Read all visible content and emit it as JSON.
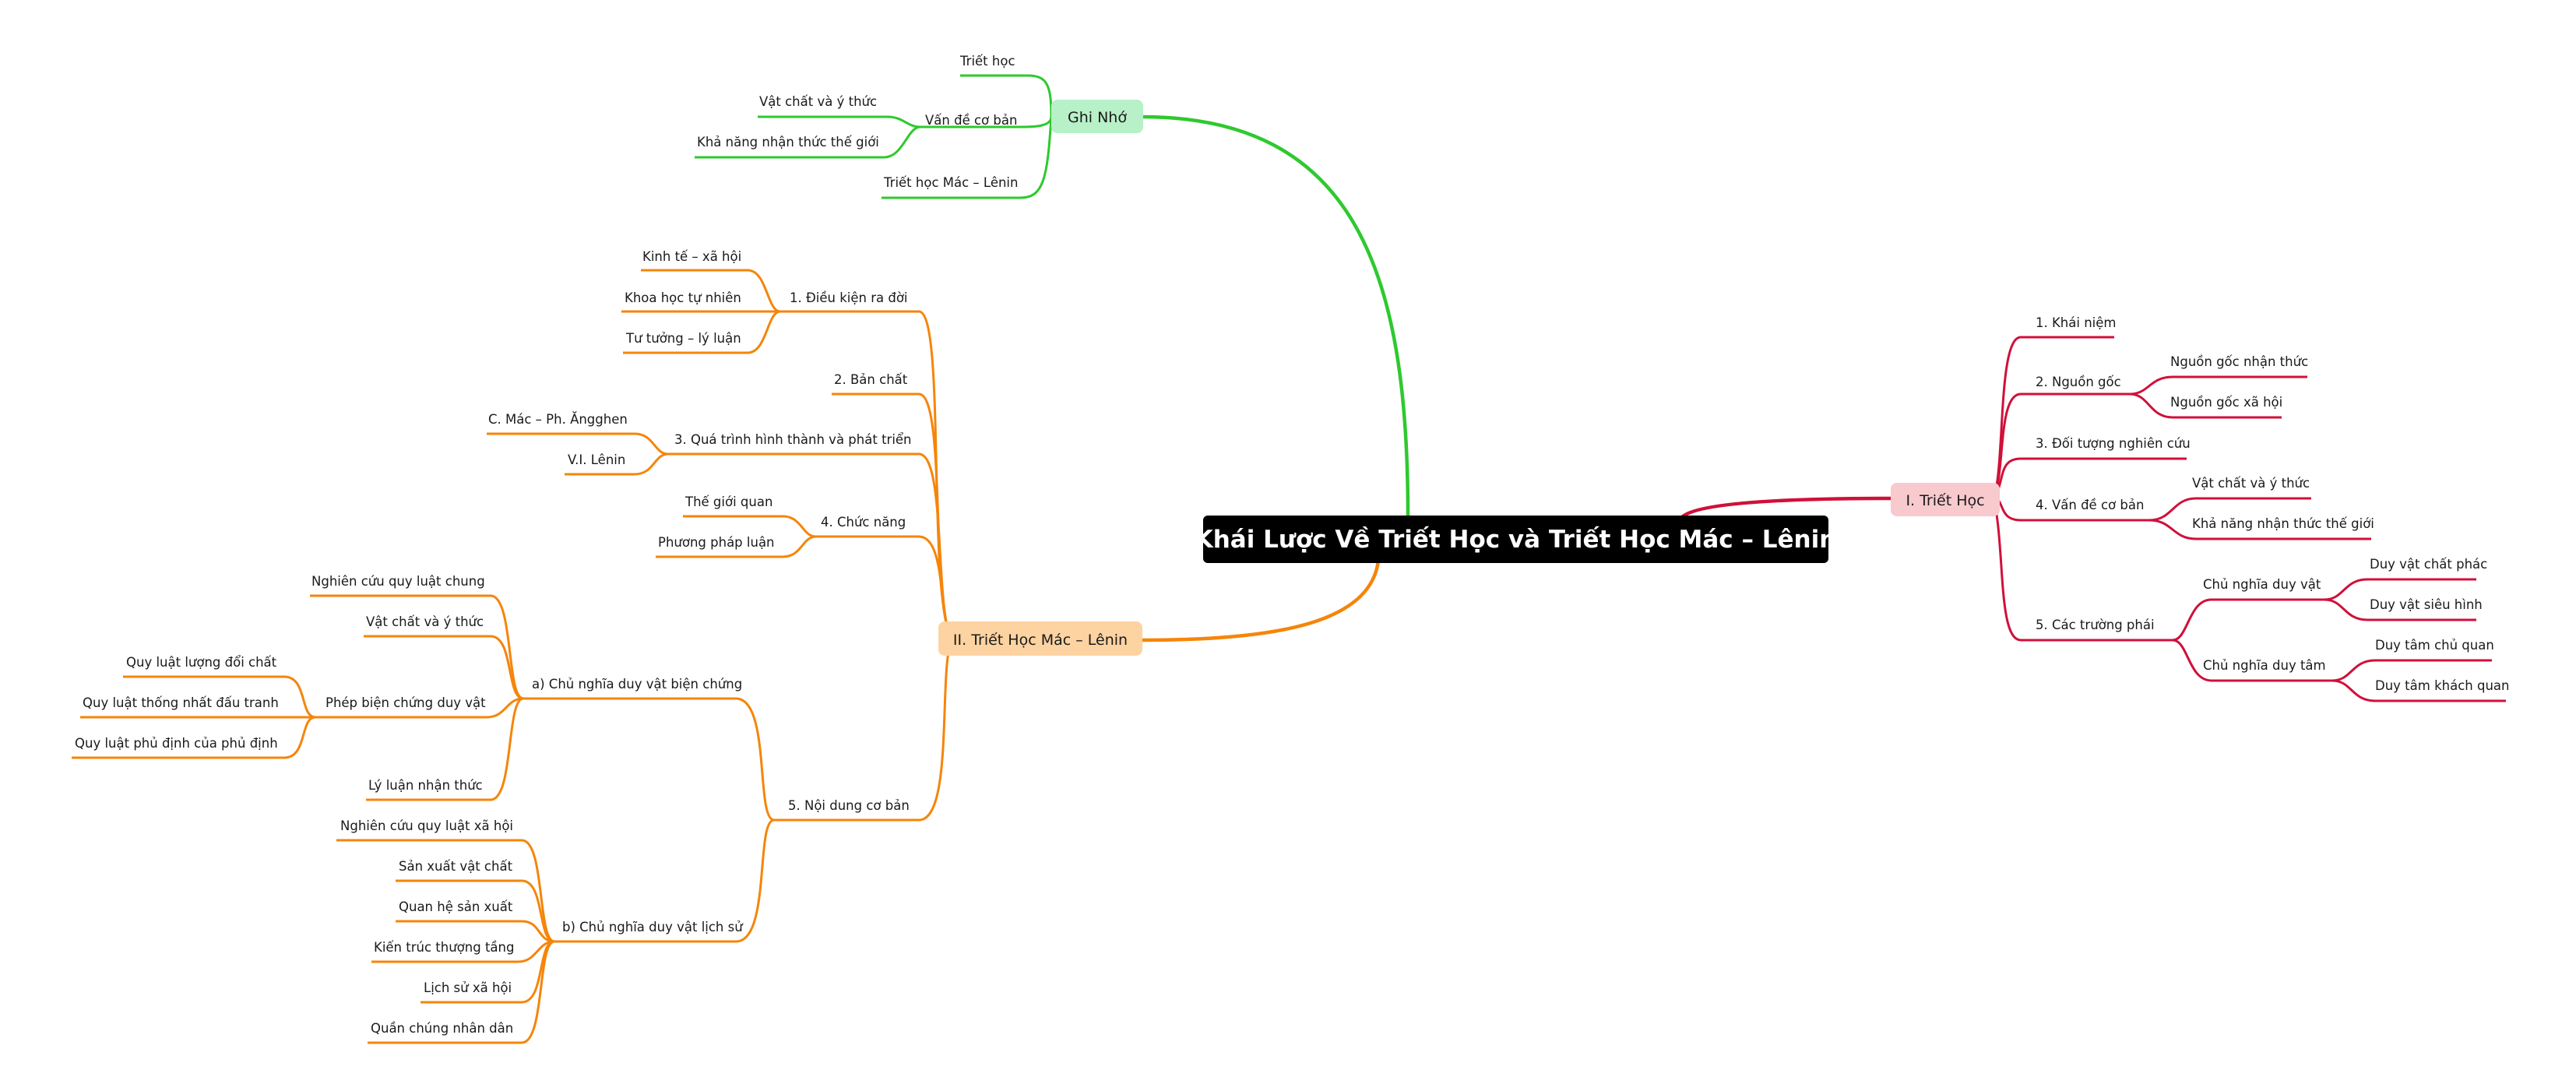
{
  "root": {
    "title": "Khái Lược Về Triết Học và Triết Học Mác – Lênin",
    "bg": "#000000"
  },
  "branches": {
    "triet_hoc": {
      "label": "I. Triết Học",
      "color": "#d0103a",
      "fill": "#f8c9cd",
      "items": {
        "khai_niem": "1. Khái niệm",
        "nguon_goc": "2. Nguồn gốc",
        "nguon_goc_nhan_thuc": "Nguồn gốc nhận thức",
        "nguon_goc_xa_hoi": "Nguồn gốc xã hội",
        "doi_tuong": "3. Đối tượng nghiên cứu",
        "van_de_co_ban": "4. Vấn đề cơ bản",
        "vat_chat_y_thuc": "Vật chất và ý thức",
        "kha_nang_nhan_thuc": "Khả năng nhận thức thế giới",
        "cac_truong_phai": "5. Các trường phái",
        "cn_duy_vat": "Chủ nghĩa duy vật",
        "duy_vat_chat_phac": "Duy vật chất phác",
        "duy_vat_sieu_hinh": "Duy vật siêu hình",
        "cn_duy_tam": "Chủ nghĩa duy tâm",
        "duy_tam_chu_quan": "Duy tâm chủ quan",
        "duy_tam_khach_quan": "Duy tâm khách quan"
      }
    },
    "mac_lenin": {
      "label": "II. Triết Học Mác – Lênin",
      "color": "#f5850a",
      "fill": "#fdd3a1",
      "items": {
        "dieu_kien": "1. Điều kiện ra đời",
        "kinh_te": "Kinh tế – xã hội",
        "khoa_hoc": "Khoa học tự nhiên",
        "tu_tuong": "Tư tưởng – lý luận",
        "ban_chat": "2. Bản chất",
        "qua_trinh": "3. Quá trình hình thành và phát triển",
        "mac_angghen": "C. Mác – Ph. Ăngghen",
        "lenin": "V.I. Lênin",
        "chuc_nang": "4. Chức năng",
        "the_gioi_quan": "Thế giới quan",
        "phuong_phap_luan": "Phương pháp luận",
        "noi_dung": "5. Nội dung cơ bản",
        "cndv_bien_chung": "a) Chủ nghĩa duy vật biện chứng",
        "nghien_cuu_chung": "Nghiên cứu quy luật chung",
        "vat_chat_y_thuc": "Vật chất và ý thức",
        "phep_bien_chung": "Phép biện chứng duy vật",
        "ql_luong_doi_chat": "Quy luật lượng đổi chất",
        "ql_thong_nhat": "Quy luật thống nhất đấu tranh",
        "ql_phu_dinh": "Quy luật phủ định của phủ định",
        "ly_luan_nhan_thuc": "Lý luận nhận thức",
        "cndv_lich_su": "b) Chủ nghĩa duy vật lịch sử",
        "nghien_cuu_xa_hoi": "Nghiên cứu quy luật xã hội",
        "san_xuat": "Sản xuất vật chất",
        "quan_he": "Quan hệ sản xuất",
        "kien_truc": "Kiến trúc thượng tầng",
        "lich_su": "Lịch sử xã hội",
        "quan_chung": "Quần chúng nhân dân"
      }
    },
    "ghi_nho": {
      "label": "Ghi Nhớ",
      "color": "#2ec92e",
      "fill": "#b8f0c8",
      "items": {
        "triet_hoc": "Triết học",
        "van_de_co_ban": "Vấn đề cơ bản",
        "vat_chat_y_thuc": "Vật chất và ý thức",
        "kha_nang_nhan_thuc": "Khả năng nhận thức thế giới",
        "triet_hoc_ml": "Triết học Mác – Lênin"
      }
    }
  }
}
